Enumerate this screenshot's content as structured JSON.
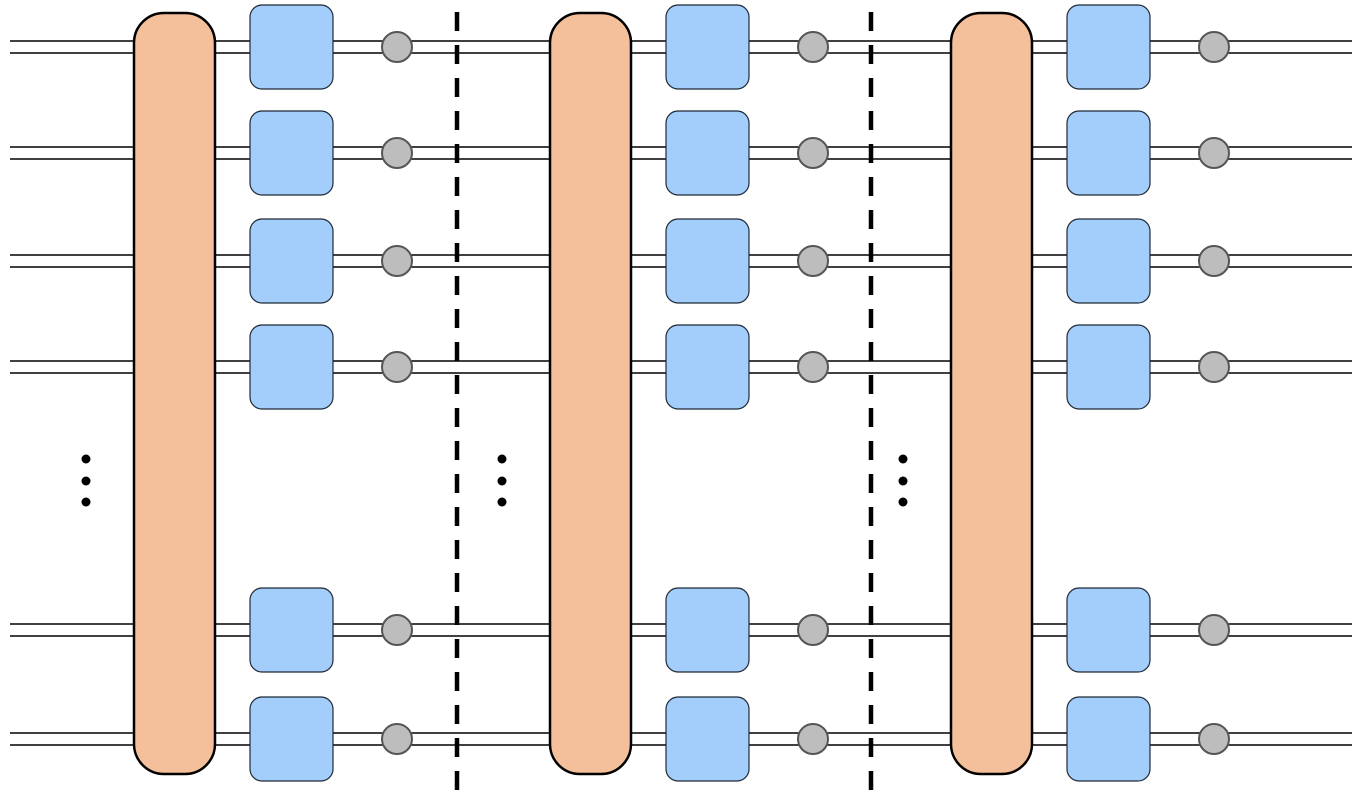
{
  "diagram": {
    "kind": "layered-circuit",
    "stages": 3,
    "rows_shown": 6,
    "ellipsis_after_row": 4,
    "elements": {
      "wire": "double-line",
      "multi_row_block": "rounded-rectangle",
      "per_row_block": "rounded-square",
      "node": "circle",
      "separator": "dashed-vertical-line",
      "continuation": "vertical-dots"
    },
    "colors": {
      "multi_row_block_fill": "#F4BF9B",
      "multi_row_block_stroke": "#000000",
      "per_row_block_fill": "#A3CDFA",
      "per_row_block_stroke": "#1F2A36",
      "node_fill": "#BDBDBD",
      "node_stroke": "#555555",
      "wire": "#000000",
      "separator": "#000000",
      "dots": "#000000",
      "background": "#FFFFFF"
    }
  }
}
